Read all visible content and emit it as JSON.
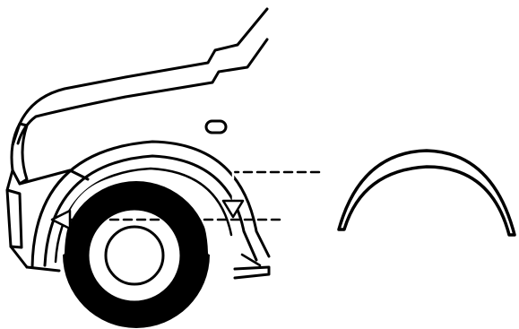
{
  "figure": {
    "kind": "technical-illustration",
    "subject": "front-wheel-arch-trim-installation",
    "stroke_color": "#000000",
    "background_color": "#ffffff",
    "parts": [
      {
        "id": "hood-line",
        "icon": "hood-edge"
      },
      {
        "id": "headlight",
        "icon": "headlight"
      },
      {
        "id": "front-bumper",
        "icon": "bumper"
      },
      {
        "id": "side-marker",
        "icon": "side-marker-lamp"
      },
      {
        "id": "fender-arch",
        "icon": "wheel-arch"
      },
      {
        "id": "tire",
        "icon": "tire"
      },
      {
        "id": "wheel",
        "icon": "wheel-rim"
      },
      {
        "id": "arch-trim-part",
        "icon": "arch-trim-molding"
      }
    ],
    "guides": [
      {
        "id": "upper-guide-arrow",
        "style": "dashed",
        "direction": "down"
      },
      {
        "id": "lower-guide-arrow",
        "style": "dashed",
        "direction": "left"
      }
    ]
  }
}
